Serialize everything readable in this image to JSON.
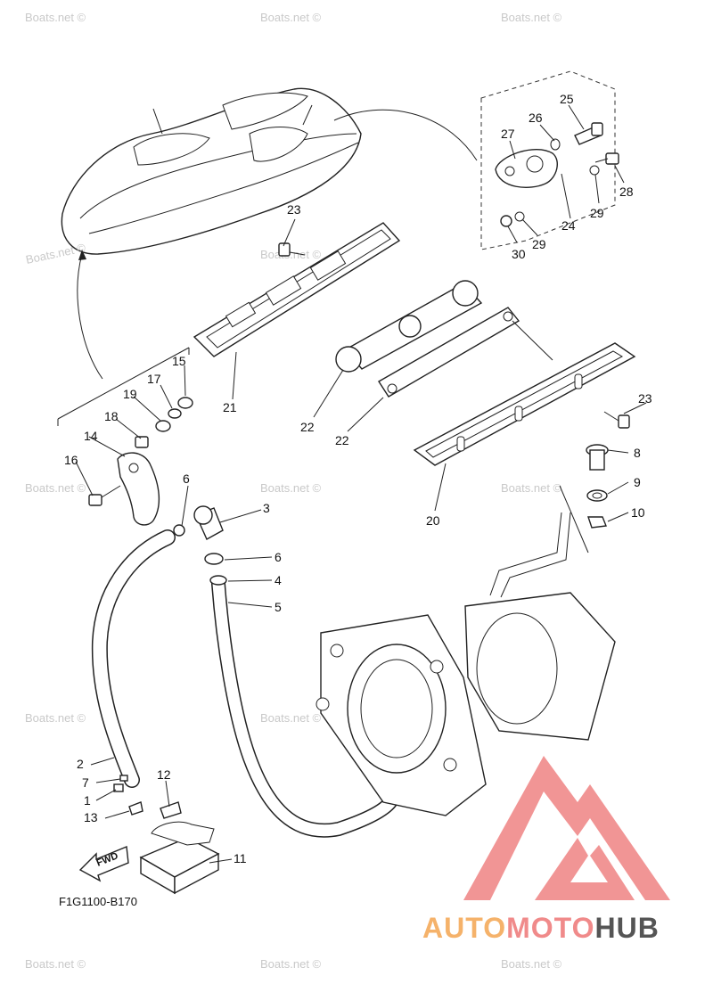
{
  "watermark": "Boats.net ©",
  "drawing_code": "F1G1100-B170",
  "fwd_label": "FWD",
  "brand": {
    "part1": "AUTO",
    "part2": "MOTO",
    "part3": "HUB",
    "color_orange": "#f5b26a",
    "color_pink": "#f08a8a",
    "color_gray": "#555555"
  },
  "callouts": {
    "c1": "1",
    "c2": "2",
    "c3": "3",
    "c4": "4",
    "c5": "5",
    "c6a": "6",
    "c6b": "6",
    "c7": "7",
    "c8": "8",
    "c9": "9",
    "c10": "10",
    "c11": "11",
    "c12": "12",
    "c13": "13",
    "c14": "14",
    "c15": "15",
    "c16": "16",
    "c17": "17",
    "c18": "18",
    "c19": "19",
    "c20": "20",
    "c21": "21",
    "c22a": "22",
    "c22b": "22",
    "c23a": "23",
    "c23b": "23",
    "c24": "24",
    "c25": "25",
    "c26": "26",
    "c27": "27",
    "c28": "28",
    "c29a": "29",
    "c29b": "29",
    "c30": "30"
  }
}
